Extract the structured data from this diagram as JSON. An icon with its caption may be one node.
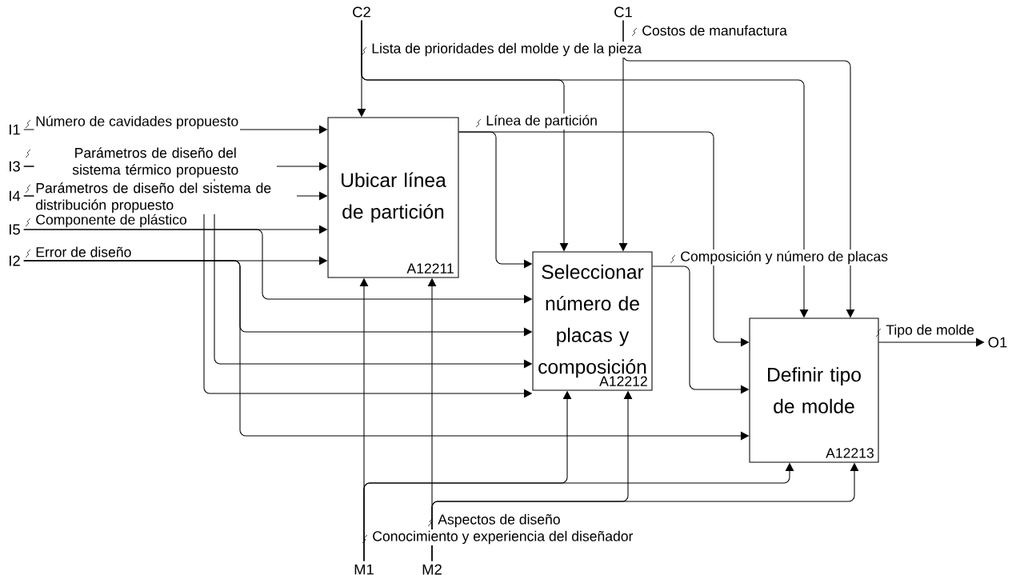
{
  "diagram": {
    "nodes": [
      {
        "text": [
          "Ubicar línea de partición",
          "A12211"
        ]
      },
      {
        "text": [
          "Seleccionar número de placas y composición",
          "A12212"
        ]
      },
      {
        "text": [
          "Definir tipo de molde",
          "A12213"
        ]
      },
      {
        "text": [
          "I1"
        ]
      },
      {
        "text": [
          "I3"
        ]
      },
      {
        "text": [
          "I4"
        ]
      },
      {
        "text": [
          "I5"
        ]
      },
      {
        "text": [
          "I2"
        ]
      },
      {
        "text": [
          "C2"
        ]
      },
      {
        "text": [
          "C1"
        ]
      },
      {
        "text": [
          "M1"
        ]
      },
      {
        "text": [
          "M2"
        ]
      },
      {
        "text": [
          "O1"
        ]
      }
    ],
    "edges": [
      {
        "from": 3,
        "to": 0,
        "arrow": "to",
        "label": "Número de cavidades propuesto"
      },
      {
        "from": 4,
        "to": 0,
        "arrow": "to",
        "label": "Parámetros de diseño del sistema térmico propuesto"
      },
      {
        "from": 4,
        "to": 1,
        "arrow": "to"
      },
      {
        "from": 5,
        "to": 0,
        "arrow": "to",
        "label": "Parámetros de diseño del sistema de distribución propuesto"
      },
      {
        "from": 5,
        "to": 1,
        "arrow": "to"
      },
      {
        "from": 6,
        "to": 0,
        "arrow": "to",
        "label": "Componente de plástico"
      },
      {
        "from": 6,
        "to": 1,
        "arrow": "to"
      },
      {
        "from": 7,
        "to": 0,
        "arrow": "to",
        "label": "Error de diseño"
      },
      {
        "from": 7,
        "to": 1,
        "arrow": "to"
      },
      {
        "from": 7,
        "to": 2,
        "arrow": "to"
      },
      {
        "from": 8,
        "to": 0,
        "arrow": "to",
        "label": "Lista de prioridades del molde y de la pieza"
      },
      {
        "from": 8,
        "to": 1,
        "arrow": "to"
      },
      {
        "from": 8,
        "to": 2,
        "arrow": "to"
      },
      {
        "from": 9,
        "to": 1,
        "arrow": "to",
        "label": "Costos de manufactura"
      },
      {
        "from": 9,
        "to": 2,
        "arrow": "to"
      },
      {
        "from": 10,
        "to": 0,
        "arrow": "to",
        "label": "Conocimiento y experiencia del diseñador"
      },
      {
        "from": 10,
        "to": 1,
        "arrow": "to"
      },
      {
        "from": 10,
        "to": 2,
        "arrow": "to"
      },
      {
        "from": 11,
        "to": 0,
        "arrow": "to",
        "label": "Aspectos de diseño"
      },
      {
        "from": 11,
        "to": 1,
        "arrow": "to"
      },
      {
        "from": 11,
        "to": 2,
        "arrow": "to"
      },
      {
        "from": 0,
        "to": 1,
        "arrow": "to",
        "label": "Línea de partición"
      },
      {
        "from": 0,
        "to": 2,
        "arrow": "to"
      },
      {
        "from": 1,
        "to": 2,
        "arrow": "to",
        "label": "Composición y número de placas"
      },
      {
        "from": 2,
        "to": 12,
        "arrow": "to",
        "label": "Tipo de molde"
      }
    ]
  }
}
